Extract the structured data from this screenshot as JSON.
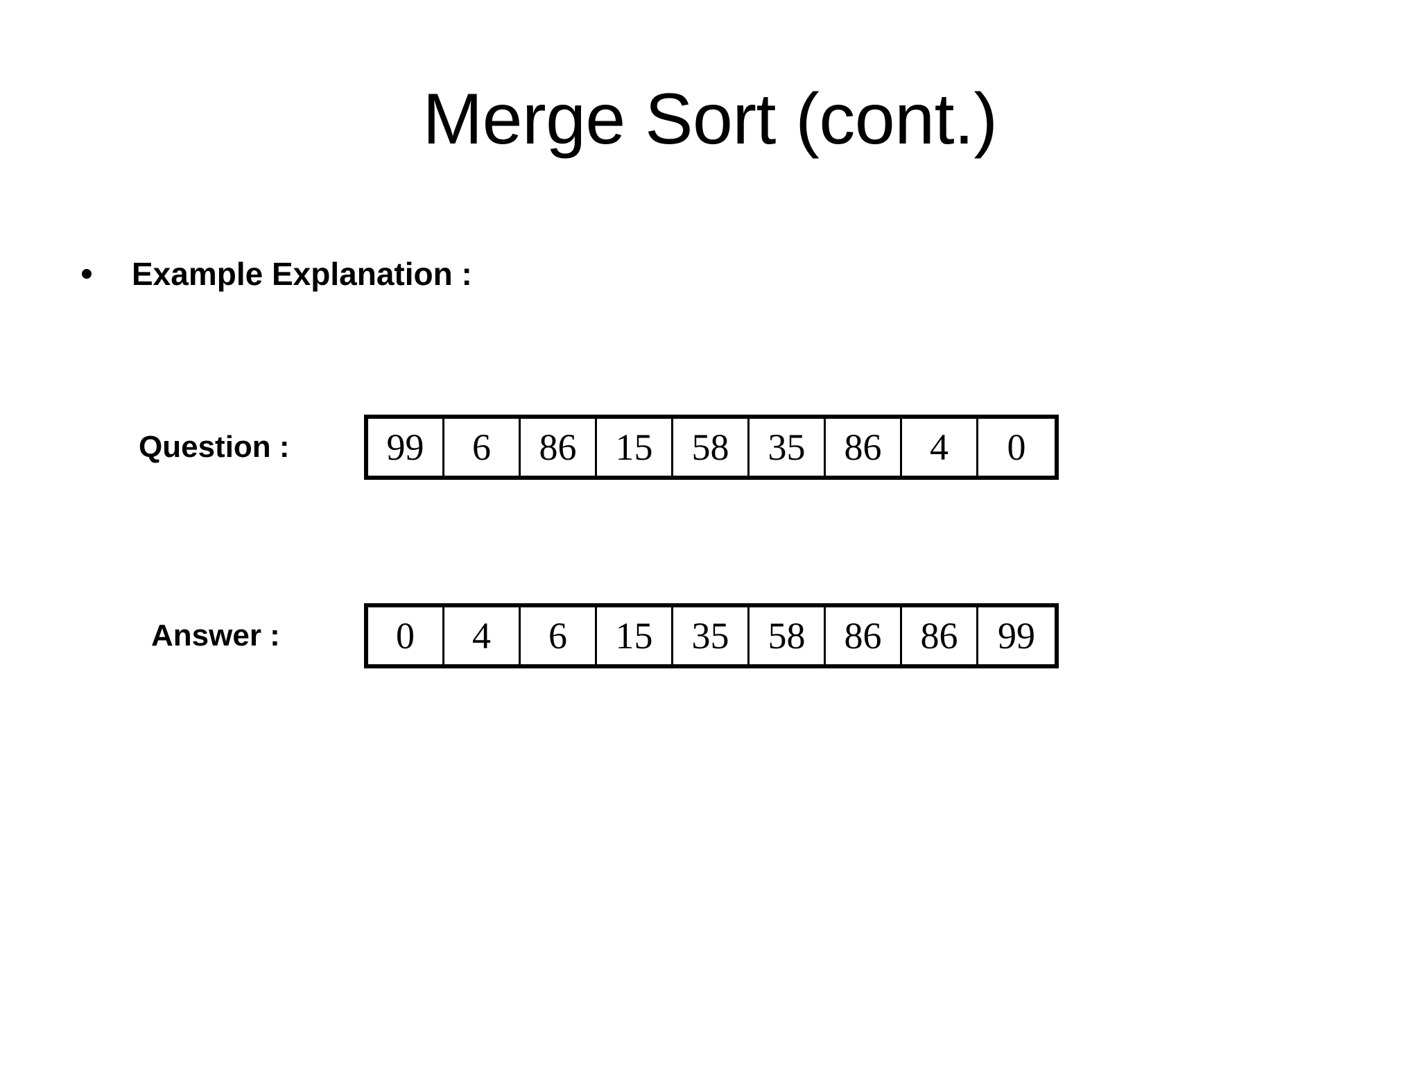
{
  "slide": {
    "title": "Merge Sort (cont.)",
    "background_color": "#ffffff",
    "text_color": "#000000"
  },
  "bullets": [
    {
      "marker": "bullet-dot",
      "text": "Example Explanation :"
    }
  ],
  "arrays": [
    {
      "label": "Question :",
      "name": "question",
      "cells": [
        "99",
        "6",
        "86",
        "15",
        "58",
        "35",
        "86",
        "4",
        "0"
      ]
    },
    {
      "label": "Answer :",
      "name": "answer",
      "cells": [
        "0",
        "4",
        "6",
        "15",
        "35",
        "58",
        "86",
        "86",
        "99"
      ]
    }
  ],
  "chart_data": {
    "type": "table",
    "title": "Merge Sort (cont.) — Example Explanation",
    "rows": [
      {
        "name": "Question :",
        "values": [
          99,
          6,
          86,
          15,
          58,
          35,
          86,
          4,
          0
        ]
      },
      {
        "name": "Answer :",
        "values": [
          0,
          4,
          6,
          15,
          35,
          58,
          86,
          86,
          99
        ]
      }
    ],
    "columns": 9
  }
}
